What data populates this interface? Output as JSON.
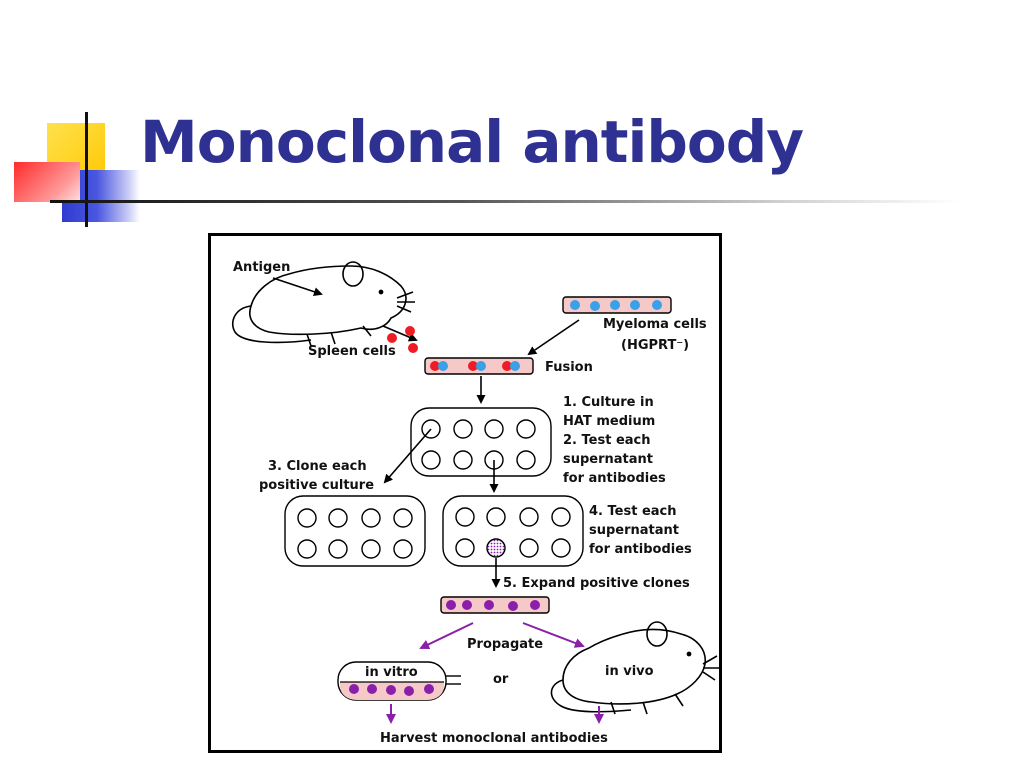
{
  "slide": {
    "title": "Monoclonal antibody"
  },
  "colors": {
    "title": "#2e3192",
    "spleen_cell": "#ee1c25",
    "myeloma_cell": "#3aa0e8",
    "hybridoma": "#8b1faa",
    "propagate_arrow": "#8a1fa8",
    "tube_fill": "#f6c9c9",
    "deco_yellow": "#ffd200",
    "deco_red": "#ff3b3b",
    "deco_blue": "#2e3bd0"
  },
  "diagram": {
    "antigen": "Antigen",
    "spleen_cells": "Spleen cells",
    "myeloma_cells": "Myeloma cells",
    "hgprt": "(HGPRT⁻)",
    "fusion": "Fusion",
    "step1_line1": "1. Culture in",
    "step1_line2": "HAT medium",
    "step2_line1": "2. Test each",
    "step2_line2": "supernatant",
    "step2_line3": "for antibodies",
    "step3_line1": "3. Clone each",
    "step3_line2": "positive culture",
    "step4_line1": "4. Test each",
    "step4_line2": "supernatant",
    "step4_line3": "for antibodies",
    "step5": "5. Expand positive clones",
    "propagate": "Propagate",
    "in_vitro": "in vitro",
    "or": "or",
    "in_vivo": "in vivo",
    "harvest": "Harvest monoclonal antibodies",
    "icons": [
      "mouse-icon",
      "test-tube-icon",
      "culture-plate-icon",
      "flask-icon"
    ]
  }
}
